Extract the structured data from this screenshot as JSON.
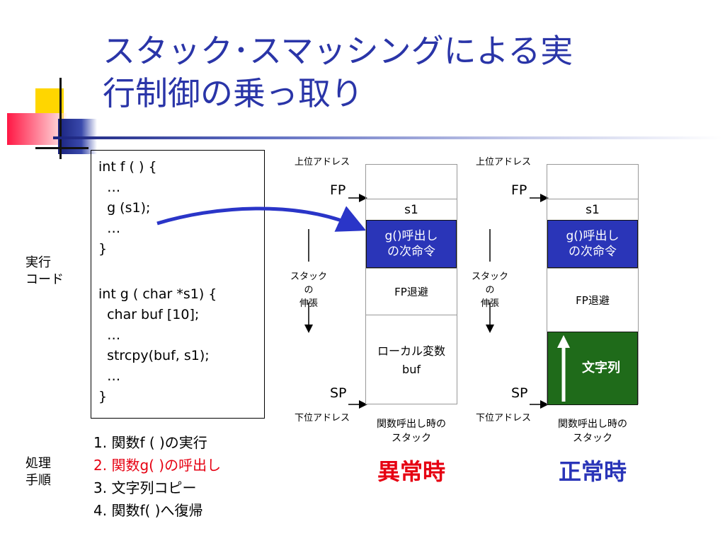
{
  "slide": {
    "title_line1": "スタック･スマッシングによる実",
    "title_line2": "行制御の乗っ取り"
  },
  "code": {
    "lines": [
      "int f ( ) {",
      "  …",
      "  g (s1);",
      "  …",
      "}",
      "",
      "int g ( char *s1) {",
      "  char buf [10];",
      "  …",
      "  strcpy(buf, s1);",
      "  …",
      "}"
    ]
  },
  "side_labels": {
    "exec_code_1": "実行",
    "exec_code_2": "コード",
    "proc_1": "処理",
    "proc_2": "手順"
  },
  "steps": [
    {
      "text": "1.  関数f ( )の実行",
      "color": "#000000"
    },
    {
      "text": "2.  関数g( )の呼出し",
      "color": "#e60012"
    },
    {
      "text": "3.  文字列コピー",
      "color": "#000000"
    },
    {
      "text": "4.  関数f( )へ復帰",
      "color": "#000000"
    }
  ],
  "abnormal": {
    "upper_addr": "上位アドレス",
    "lower_addr": "下位アドレス",
    "fp": "FP",
    "sp": "SP",
    "growth_1": "スタックの",
    "growth_2": "伸張",
    "cells": {
      "s1": "s1",
      "ret_1": "g()呼出し",
      "ret_2": "の次命令",
      "fp_save": "FP退避",
      "local_1": "ローカル変数",
      "local_2": "buf"
    },
    "caption_1": "関数呼出し時の",
    "caption_2": "スタック",
    "state": "異常時"
  },
  "normal": {
    "upper_addr": "上位アドレス",
    "lower_addr": "下位アドレス",
    "fp": "FP",
    "sp": "SP",
    "growth_1": "スタックの",
    "growth_2": "伸張",
    "cells": {
      "s1": "s1",
      "ret_1": "g()呼出し",
      "ret_2": "の次命令",
      "fp_save": "FP退避",
      "string": "文字列"
    },
    "caption_1": "関数呼出し時の",
    "caption_2": "スタック",
    "state": "正常時"
  },
  "colors": {
    "title": "#2a35a8",
    "return_cell": "#2a35b8",
    "string_cell": "#1f6b1a",
    "abnormal": "#e60012",
    "normal": "#2a35b8"
  }
}
